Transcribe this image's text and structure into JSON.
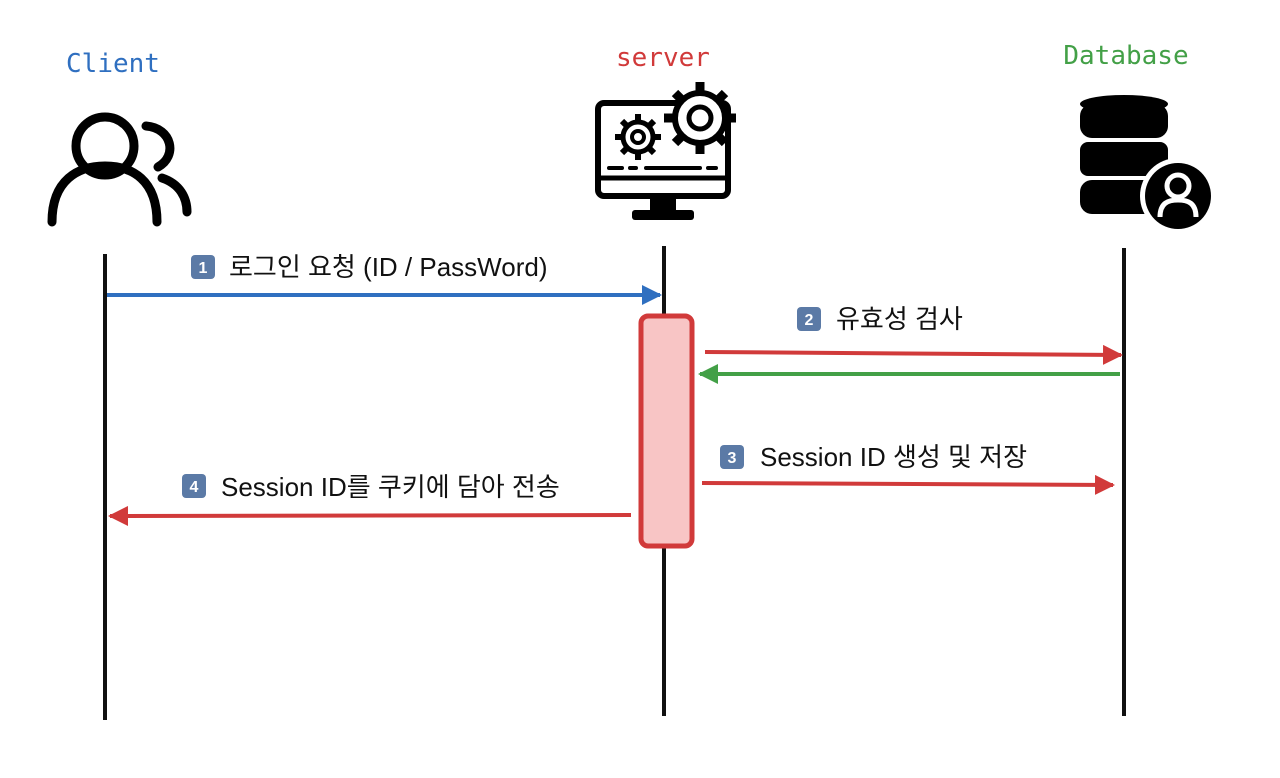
{
  "actors": {
    "client": {
      "label": "Client",
      "color": "#2f6fc0",
      "icon": "users-icon"
    },
    "server": {
      "label": "server",
      "color": "#d13a3a",
      "icon": "monitor-gears-icon"
    },
    "database": {
      "label": "Database",
      "color": "#43a047",
      "icon": "database-user-icon"
    }
  },
  "messages": [
    {
      "number": "1",
      "text": "로그인 요청 (ID / PassWord)",
      "from": "client",
      "to": "server",
      "color": "#2f6fc0"
    },
    {
      "number": "2",
      "text": "유효성 검사",
      "from": "server",
      "to": "database",
      "color": "#d13a3a"
    },
    {
      "number": "",
      "text": "",
      "from": "database",
      "to": "server",
      "color": "#43a047"
    },
    {
      "number": "3",
      "text": "Session ID 생성 및 저장",
      "from": "server",
      "to": "database",
      "color": "#d13a3a"
    },
    {
      "number": "4",
      "text": "Session ID를 쿠키에 담아 전송",
      "from": "server",
      "to": "client",
      "color": "#d13a3a"
    }
  ],
  "colors": {
    "lifeline": "#111111",
    "activation_fill": "#f8c5c5",
    "activation_stroke": "#d13a3a",
    "badge": "#5b7aa6"
  }
}
